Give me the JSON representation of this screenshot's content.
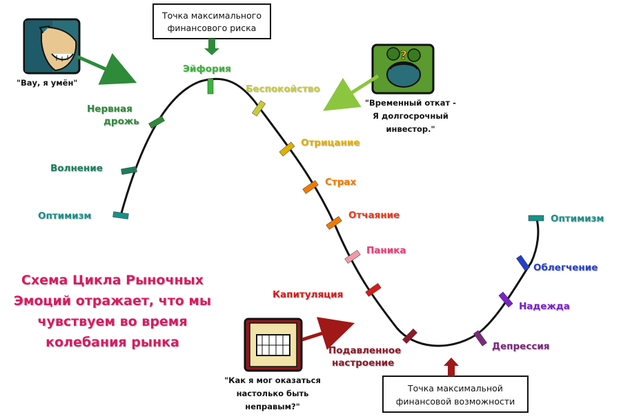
{
  "top_box": {
    "lines": [
      "Точка максимального",
      "финансового риска"
    ]
  },
  "bottom_box": {
    "lines": [
      "Точка максимальной",
      "финансовой возможности"
    ]
  },
  "stages": [
    {
      "id": "optimism-start",
      "text": "Оптимизм",
      "color": "#1a8f8a"
    },
    {
      "id": "excitement",
      "text": "Волнение",
      "color": "#1e7d5e"
    },
    {
      "id": "thrill",
      "text": "Нервная\nдрожь",
      "color": "#2e8b3a"
    },
    {
      "id": "euphoria",
      "text": "Эйфория",
      "color": "#3cb33c"
    },
    {
      "id": "anxiety",
      "text": "Беспокойство",
      "color": "#c8cc3a"
    },
    {
      "id": "denial",
      "text": "Отрицание",
      "color": "#e0b000"
    },
    {
      "id": "fear",
      "text": "Страх",
      "color": "#f07b00"
    },
    {
      "id": "desperation",
      "text": "Отчаяние",
      "color": "#e83a1a"
    },
    {
      "id": "panic",
      "text": "Паника",
      "color": "#e8407a"
    },
    {
      "id": "capitulation",
      "text": "Капитуляция",
      "color": "#d81b1b"
    },
    {
      "id": "despondency",
      "text": "Подавленное\nнастроение",
      "color": "#8b1a2a"
    },
    {
      "id": "depression",
      "text": "Депрессия",
      "color": "#7a2a7a"
    },
    {
      "id": "hope",
      "text": "Надежда",
      "color": "#7a22c8"
    },
    {
      "id": "relief",
      "text": "Облегчение",
      "color": "#2540c8"
    },
    {
      "id": "optimism-end",
      "text": "Оптимизм",
      "color": "#1a8f8a"
    }
  ],
  "quotes": {
    "smart": "\"Вау, я умён\"",
    "investor": [
      "\"Временный откат -",
      "Я долгосрочный",
      "инвестор.\""
    ],
    "wrong": [
      "\"Как я мог оказаться",
      "настолько быть",
      "неправым?\""
    ]
  },
  "caption": [
    "Схема Цикла Рыночных",
    "Эмоций отражает, что мы",
    "чувствуем во время",
    "колебания рынка"
  ],
  "colors": {
    "curve": "#111111",
    "caption": "#d81b60",
    "arrow_green": "#2e8b3a",
    "arrow_red": "#a01818"
  },
  "icons": [
    "smug-face-icon",
    "worried-investor-icon",
    "shocked-face-icon"
  ]
}
